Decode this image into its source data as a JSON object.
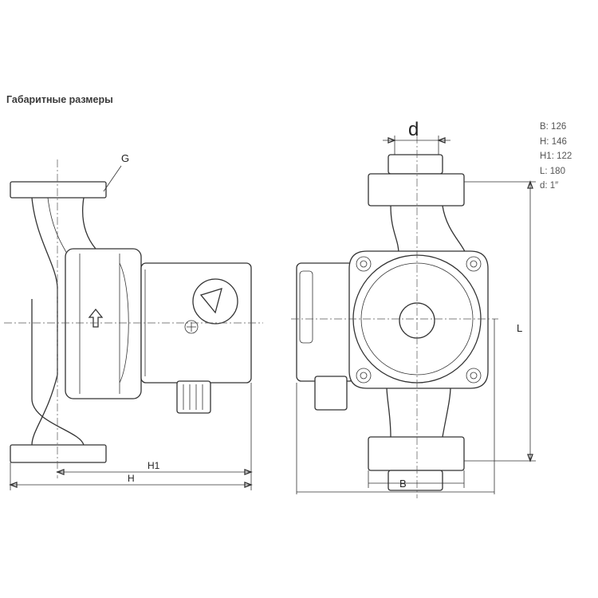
{
  "title": "Габаритные размеры",
  "specs": [
    "B: 126",
    "H: 146",
    "H1: 122",
    "L: 180",
    "d: 1″"
  ],
  "labels": {
    "G": "G",
    "H1": "H1",
    "H": "H",
    "d": "d",
    "B": "B",
    "L": "L"
  }
}
